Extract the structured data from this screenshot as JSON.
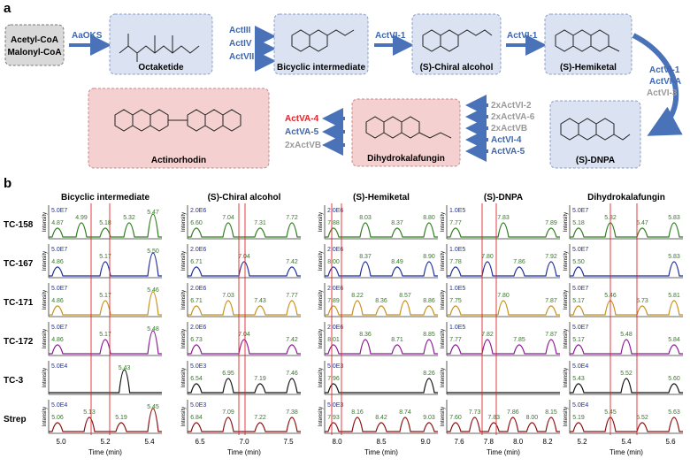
{
  "panel_a": {
    "label": "a",
    "start": [
      "Acetyl-CoA",
      "Malonyl-CoA"
    ],
    "steps": [
      {
        "name": "Octaketide",
        "enzymes_before": [
          "AaOKS"
        ]
      },
      {
        "name": "Bicyclic intermediate",
        "enzymes_before": [
          "ActIII",
          "ActIV",
          "ActVII"
        ]
      },
      {
        "name": "(S)-Chiral alcohol",
        "enzymes_before": [
          "ActVI-1"
        ]
      },
      {
        "name": "(S)-Hemiketal",
        "enzymes_before": [
          "ActVI-1"
        ]
      },
      {
        "name": "(S)-DNPA",
        "enzymes_before": [
          "ActVI-1",
          "ActVI-A",
          "ActVI-3"
        ]
      },
      {
        "name": "Dihydrokalafungin",
        "enzymes_before": [
          "2xActVI-2",
          "2xActVA-6",
          "2xActVB",
          "ActVI-4",
          "ActVA-5"
        ]
      },
      {
        "name": "Actinorhodin",
        "enzymes_before": [
          "ActVA-4",
          "ActVA-5",
          "2xActVB"
        ]
      }
    ],
    "colors": {
      "arrow": "#4a72b8",
      "box_blue": "#dbe3f3",
      "box_red": "#f4d0d0",
      "box_gray": "#d9d9d9",
      "enzyme_blue": "#3e67b0",
      "enzyme_red": "#e0262c",
      "enzyme_gray": "#9a9a9a"
    }
  },
  "panel_b": {
    "label": "b",
    "x_axis_label": "Time (min)",
    "y_axis_label": "Intensity",
    "columns": [
      "Bicyclic intermediate",
      "(S)-Chiral alcohol",
      "(S)-Hemiketal",
      "(S)-DNPA",
      "Dihydrokalafungin"
    ],
    "rows": [
      "TC-158",
      "TC-167",
      "TC-171",
      "TC-172",
      "TC-3",
      "Strep"
    ],
    "row_colors": [
      "#2e7d1e",
      "#1f2f9c",
      "#c8901a",
      "#8b1a94",
      "#111111",
      "#8b1010"
    ],
    "scales": [
      [
        "5.0E7",
        "2.0E6",
        "2.0E6",
        "1.0E5",
        "5.0E7"
      ],
      [
        "5.0E7",
        "2.0E6",
        "2.0E6",
        "1.0E5",
        "5.0E7"
      ],
      [
        "5.0E7",
        "2.0E6",
        "2.0E6",
        "1.0E5",
        "5.0E7"
      ],
      [
        "5.0E7",
        "2.0E6",
        "2.0E6",
        "1.0E5",
        "5.0E7"
      ],
      [
        "5.0E4",
        "5.0E3",
        "5.0E3",
        "",
        "5.0E4"
      ],
      [
        "5.0E4",
        "5.0E3",
        "5.0E3",
        "",
        "5.0E4"
      ]
    ],
    "peak_labels": [
      [
        [
          "4.87",
          "4.99",
          "5.18",
          "5.32",
          "5.47"
        ],
        [
          "6.60",
          "7.04",
          "7.31",
          "7.72"
        ],
        [
          "7.88",
          "8.03",
          "8.37",
          "8.80"
        ],
        [
          "7.77",
          "7.83",
          "7.89"
        ],
        [
          "5.18",
          "5.32",
          "5.47",
          "5.83"
        ]
      ],
      [
        [
          "4.86",
          "5.17",
          "5.50"
        ],
        [
          "6.71",
          "7.04",
          "7.42"
        ],
        [
          "8.00",
          "8.37",
          "8.49",
          "8.90"
        ],
        [
          "7.78",
          "7.80",
          "7.86",
          "7.92"
        ],
        [
          "5.50",
          "5.83"
        ]
      ],
      [
        [
          "4.86",
          "5.17",
          "5.46"
        ],
        [
          "6.71",
          "7.03",
          "7.43",
          "7.77"
        ],
        [
          "7.89",
          "8.22",
          "8.36",
          "8.57",
          "8.86"
        ],
        [
          "7.75",
          "7.80",
          "7.87"
        ],
        [
          "5.17",
          "5.46",
          "5.73",
          "5.81"
        ]
      ],
      [
        [
          "4.86",
          "5.17",
          "5.48"
        ],
        [
          "6.73",
          "7.04",
          "7.42"
        ],
        [
          "8.01",
          "8.36",
          "8.71",
          "8.85"
        ],
        [
          "7.77",
          "7.82",
          "7.85",
          "7.87"
        ],
        [
          "5.17",
          "5.48",
          "5.84"
        ]
      ],
      [
        [
          "5.43"
        ],
        [
          "6.54",
          "6.95",
          "7.19",
          "7.46"
        ],
        [
          "7.96",
          "8.26"
        ],
        [],
        [
          "5.43",
          "5.52",
          "5.60"
        ]
      ],
      [
        [
          "5.06",
          "5.13",
          "5.19",
          "5.45"
        ],
        [
          "6.84",
          "7.09",
          "7.22",
          "7.38"
        ],
        [
          "7.93",
          "8.16",
          "8.42",
          "8.74",
          "9.03"
        ],
        [
          "7.60",
          "7.73",
          "7.83",
          "7.86",
          "8.00",
          "8.15"
        ],
        [
          "5.19",
          "5.45",
          "5.52",
          "5.63"
        ]
      ]
    ],
    "x_ticks": [
      [
        "5.0",
        "5.2",
        "5.4"
      ],
      [
        "6.5",
        "7.0",
        "7.5"
      ],
      [
        "8.0",
        "8.5",
        "9.0"
      ],
      [
        "7.6",
        "7.8",
        "8.0",
        "8.2"
      ],
      [
        "5.2",
        "5.4",
        "5.6"
      ]
    ]
  }
}
